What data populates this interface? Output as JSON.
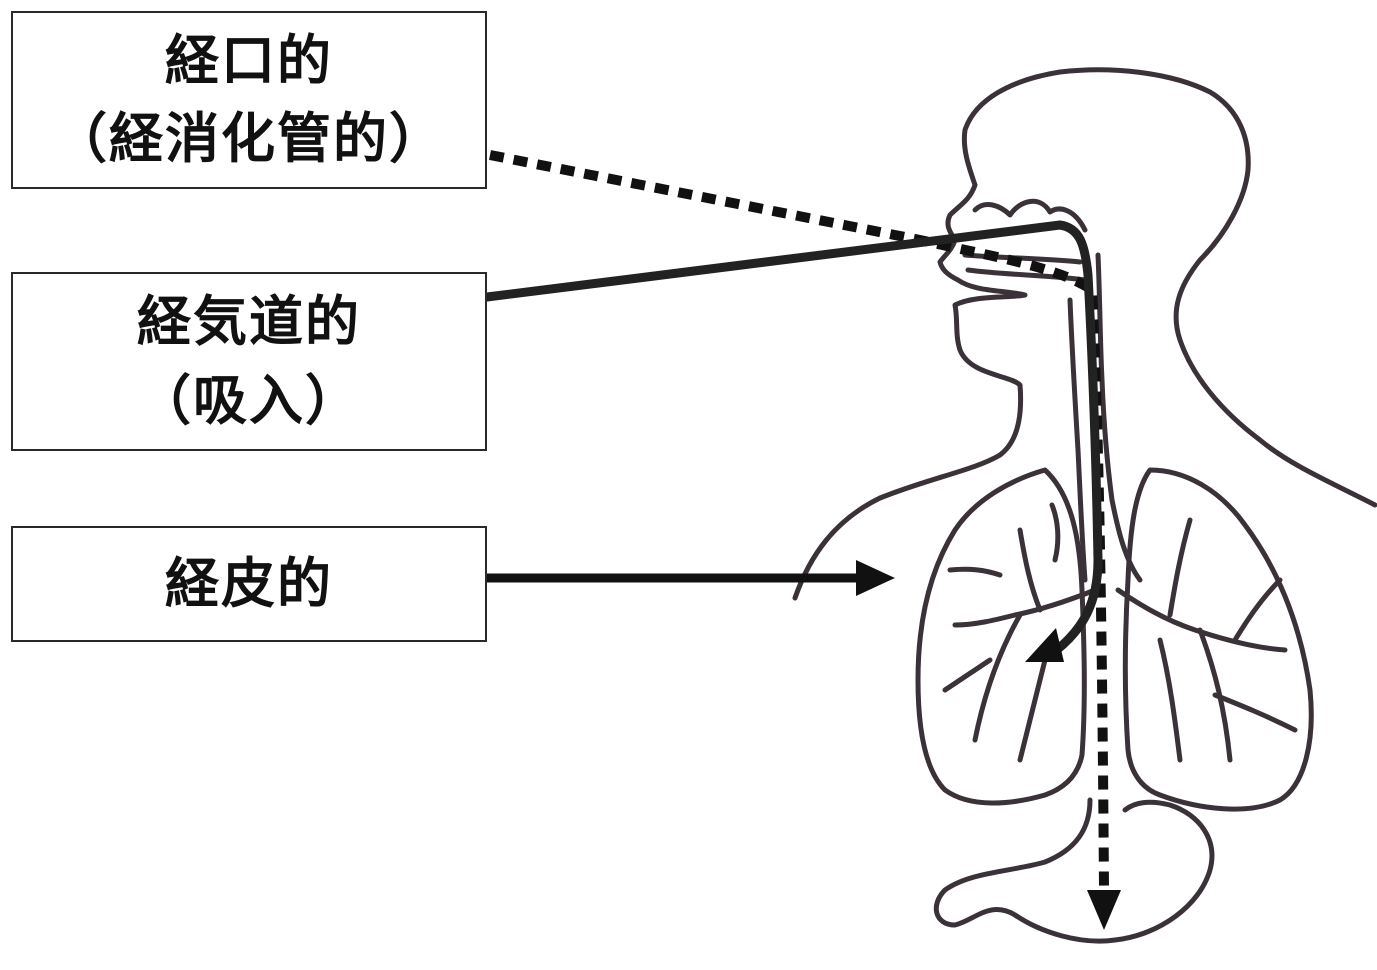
{
  "labels": {
    "oral": {
      "line1": "経口的",
      "line2": "（経消化管的）"
    },
    "inhalation": {
      "line1": "経気道的",
      "line2": "（吸入）"
    },
    "dermal": {
      "line1": "経皮的"
    }
  },
  "colors": {
    "outline": "#3a3238",
    "arrow": "#111111",
    "border": "#2a2a2a"
  }
}
